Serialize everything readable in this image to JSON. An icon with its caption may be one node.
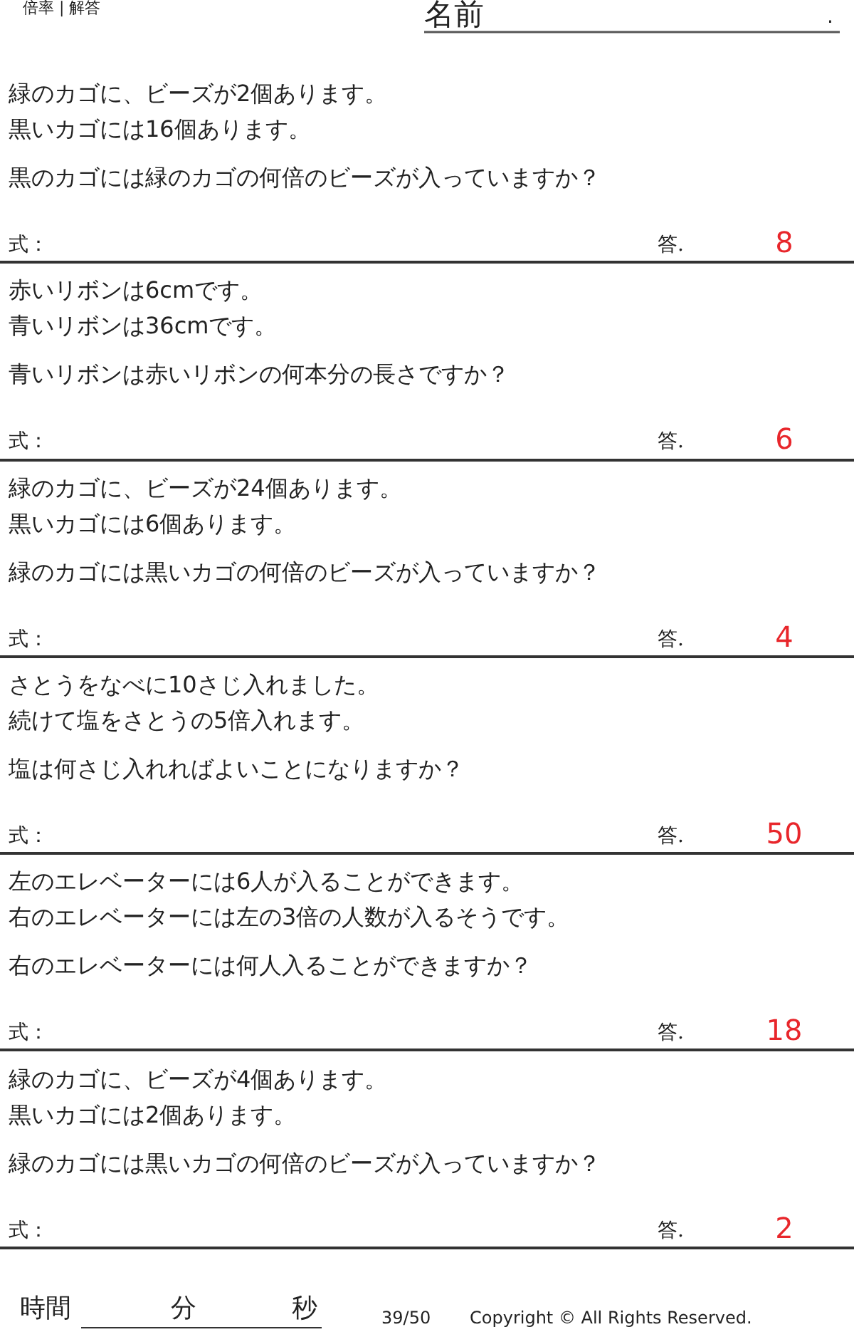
{
  "diagram": {
    "nodes": [
      {
        "text": [
          "緑のカゴに、ビーズが2個あります。",
          "黒いカゴには16個あります。",
          "黒のカゴには緑のカゴの何倍のビーズが入っていますか？",
          "式：",
          "答.",
          "8"
        ]
      },
      {
        "text": [
          "赤いリボンは6cmです。",
          "青いリボンは36cmです。",
          "青いリボンは赤いリボンの何本分の長さですか？",
          "式：",
          "答.",
          "6"
        ]
      },
      {
        "text": [
          "緑のカゴに、ビーズが24個あります。",
          "黒いカゴには6個あります。",
          "緑のカゴには黒いカゴの何倍のビーズが入っていますか？",
          "式：",
          "答.",
          "4"
        ]
      },
      {
        "text": [
          "さとうをなべに10さじ入れました。",
          "続けて塩をさとうの5倍入れます。",
          "塩は何さじ入れればよいことになりますか？",
          "式：",
          "答.",
          "50"
        ]
      },
      {
        "text": [
          "左のエレベーターには6人が入ることができます。",
          "右のエレベーターには左の3倍の人数が入るそうです。",
          "右のエレベーターには何人入ることができますか？",
          "式：",
          "答.",
          "18"
        ]
      },
      {
        "text": [
          "緑のカゴに、ビーズが4個あります。",
          "黒いカゴには2個あります。",
          "緑のカゴには黒いカゴの何倍のビーズが入っていますか？",
          "式：",
          "答.",
          "2"
        ]
      }
    ],
    "labels": [
      "倍率 | 解答",
      "名前",
      ".",
      "時間",
      "分",
      "秒",
      "39/50",
      "Copyright © All Rights Reserved."
    ]
  }
}
